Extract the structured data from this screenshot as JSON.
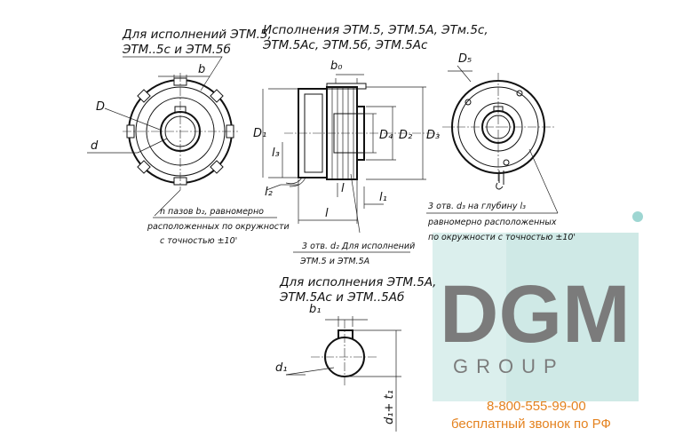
{
  "labels": {
    "note_left_top_1": "Для исполнений ЭТМ.5,",
    "note_left_top_2": "ЭТМ..5с и ЭТМ.5б",
    "note_mid_top_1": "Исполнения ЭТМ.5, ЭТМ.5А, ЭТм.5с,",
    "note_mid_top_2": "ЭТМ.5Ас, ЭТМ.5б, ЭТМ.5Ас",
    "slots_note_1": "n пазов b₂, равномерно",
    "slots_note_2": "расположенных по окружности",
    "slots_note_3": "с точностью ±10'",
    "holes_note_1": "3 отв. d₂ Для исполнений",
    "holes_note_2": "ЭТМ.5 и ЭТМ.5А",
    "right_note_1": "3 отв. d₃ на глубину l₃",
    "right_note_2": "равномерно расположенных",
    "right_note_3": "по окружности с точностью ±10'",
    "bottom_note_1": "Для исполнения ЭТМ.5А,",
    "bottom_note_2": "ЭТМ.5Ас и ЭТМ..5Аб"
  },
  "dims": {
    "b": "b",
    "D": "D",
    "d": "d",
    "b0": "b₀",
    "D1": "D₁",
    "l3": "l₃",
    "D4": "D₄",
    "D2": "D₂",
    "D3": "D₃",
    "l2": "l₂",
    "l": "l",
    "l1": "l₁",
    "D5": "D₅",
    "b1": "b₁",
    "d1": "d₁",
    "d1t1": "d₁+ t₁"
  },
  "watermark": {
    "logo": "DGM",
    "sub": "GROUP",
    "phone": "8-800-555-99-00",
    "tagline": "бесплатный звонок по РФ",
    "color": "#4fb5ad",
    "phone_color": "#e4821f"
  }
}
